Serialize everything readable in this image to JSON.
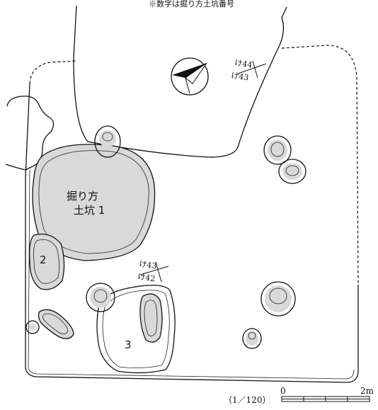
{
  "header": {
    "note": "※数字は掘り方土坑番号"
  },
  "pits": {
    "pit1_line1": "掘り方",
    "pit1_line2": "土坑 1",
    "pit2": "2",
    "pit3": "3"
  },
  "grid_markers": {
    "upper_a": "け44",
    "upper_b": "け43",
    "lower_a": "け43",
    "lower_b": "け42"
  },
  "scale": {
    "ratio": "（1／120）",
    "start": "0",
    "end": "2m"
  }
}
